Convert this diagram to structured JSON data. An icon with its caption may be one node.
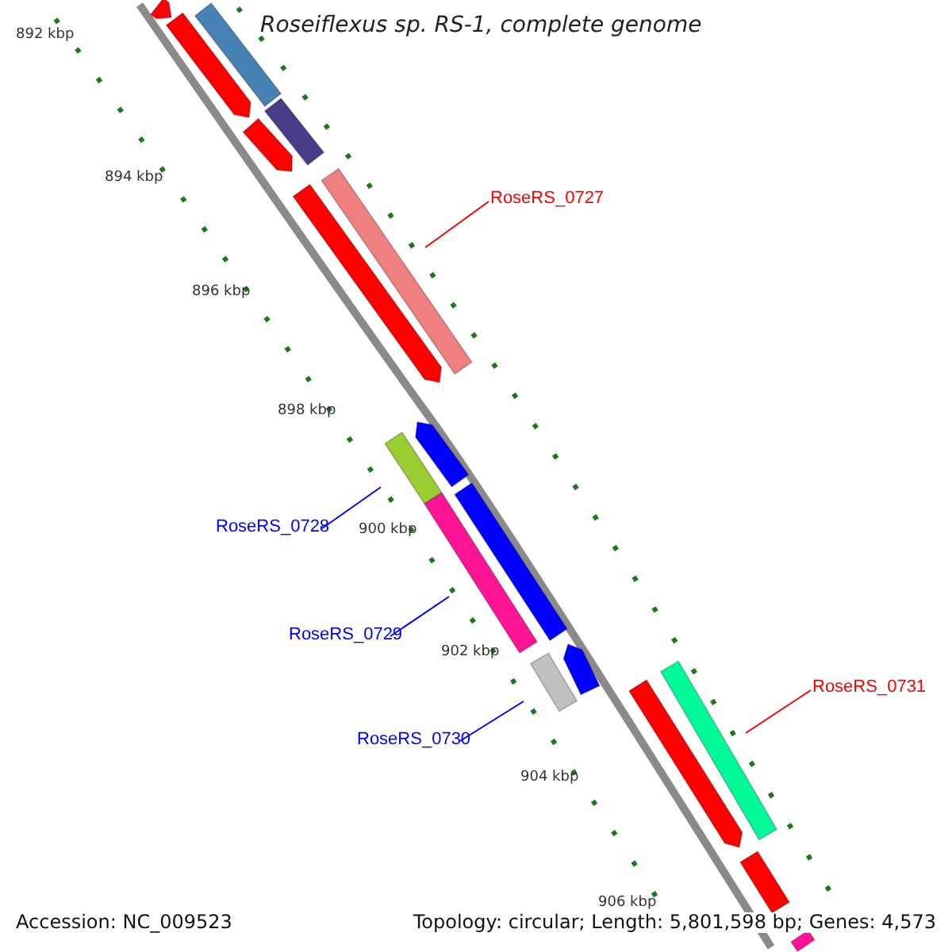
{
  "diagram": {
    "title": "Roseiflexus sp. RS-1, complete genome",
    "nodes": [
      {
        "text": [
          "RoseRS_0727"
        ]
      },
      {
        "text": [
          "RoseRS_0728"
        ]
      },
      {
        "text": [
          "RoseRS_0729"
        ]
      },
      {
        "text": [
          "RoseRS_0730"
        ]
      },
      {
        "text": [
          "RoseRS_0731"
        ]
      },
      {
        "text": [],
        "shape": "bar"
      },
      {
        "text": [],
        "shape": "bar"
      },
      {
        "text": [],
        "shape": "bar"
      },
      {
        "text": [],
        "shape": "bar"
      },
      {
        "text": [],
        "shape": "bar"
      },
      {
        "text": [],
        "shape": "bar"
      },
      {
        "text": [],
        "shape": "bar"
      },
      {
        "text": [],
        "shape": "bar"
      },
      {
        "text": [],
        "shape": "bar"
      },
      {
        "text": [],
        "shape": "bar"
      },
      {
        "text": [],
        "shape": "bar"
      },
      {
        "text": [],
        "shape": "bar"
      },
      {
        "text": [],
        "shape": "bar"
      },
      {
        "text": [],
        "shape": "bar"
      },
      {
        "text": [],
        "shape": "bar"
      },
      {
        "text": [],
        "shape": "bar"
      },
      {
        "text": [],
        "shape": "bar"
      }
    ],
    "edges": [
      {
        "from": 0,
        "to": 10,
        "arrow": "none",
        "color": "#ff0000"
      },
      {
        "from": 1,
        "to": 13,
        "arrow": "none"
      },
      {
        "from": 2,
        "to": 15,
        "arrow": "none"
      },
      {
        "from": 3,
        "to": 17,
        "arrow": "none"
      },
      {
        "from": 4,
        "to": 18,
        "arrow": "none",
        "color": "#ff0000"
      }
    ],
    "labels": [
      "892 kbp",
      "894 kbp",
      "896 kbp",
      "898 kbp",
      "900 kbp",
      "902 kbp",
      "904 kbp",
      "906 kbp",
      "Accession: NC_009523",
      "Topology: circular; Length: 5,801,598 bp; Genes: 4,573"
    ]
  }
}
